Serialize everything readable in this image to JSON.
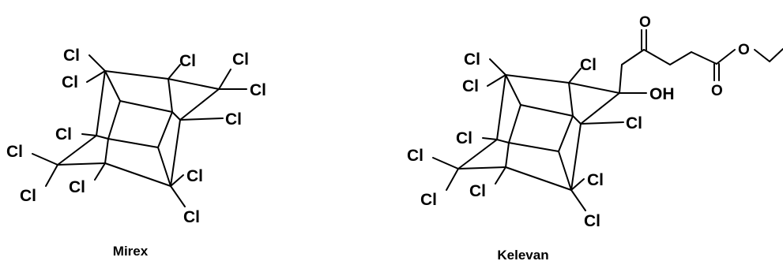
{
  "molecules": [
    {
      "name": "Mirex",
      "chlorine_label": "Cl",
      "chlorine_count": 12
    },
    {
      "name": "Kelevan",
      "chlorine_label": "Cl",
      "chlorine_count": 10,
      "hydroxyl_label": "OH",
      "oxygen_label": "O"
    }
  ],
  "colors": {
    "ink": "#000000",
    "background": "#ffffff"
  }
}
